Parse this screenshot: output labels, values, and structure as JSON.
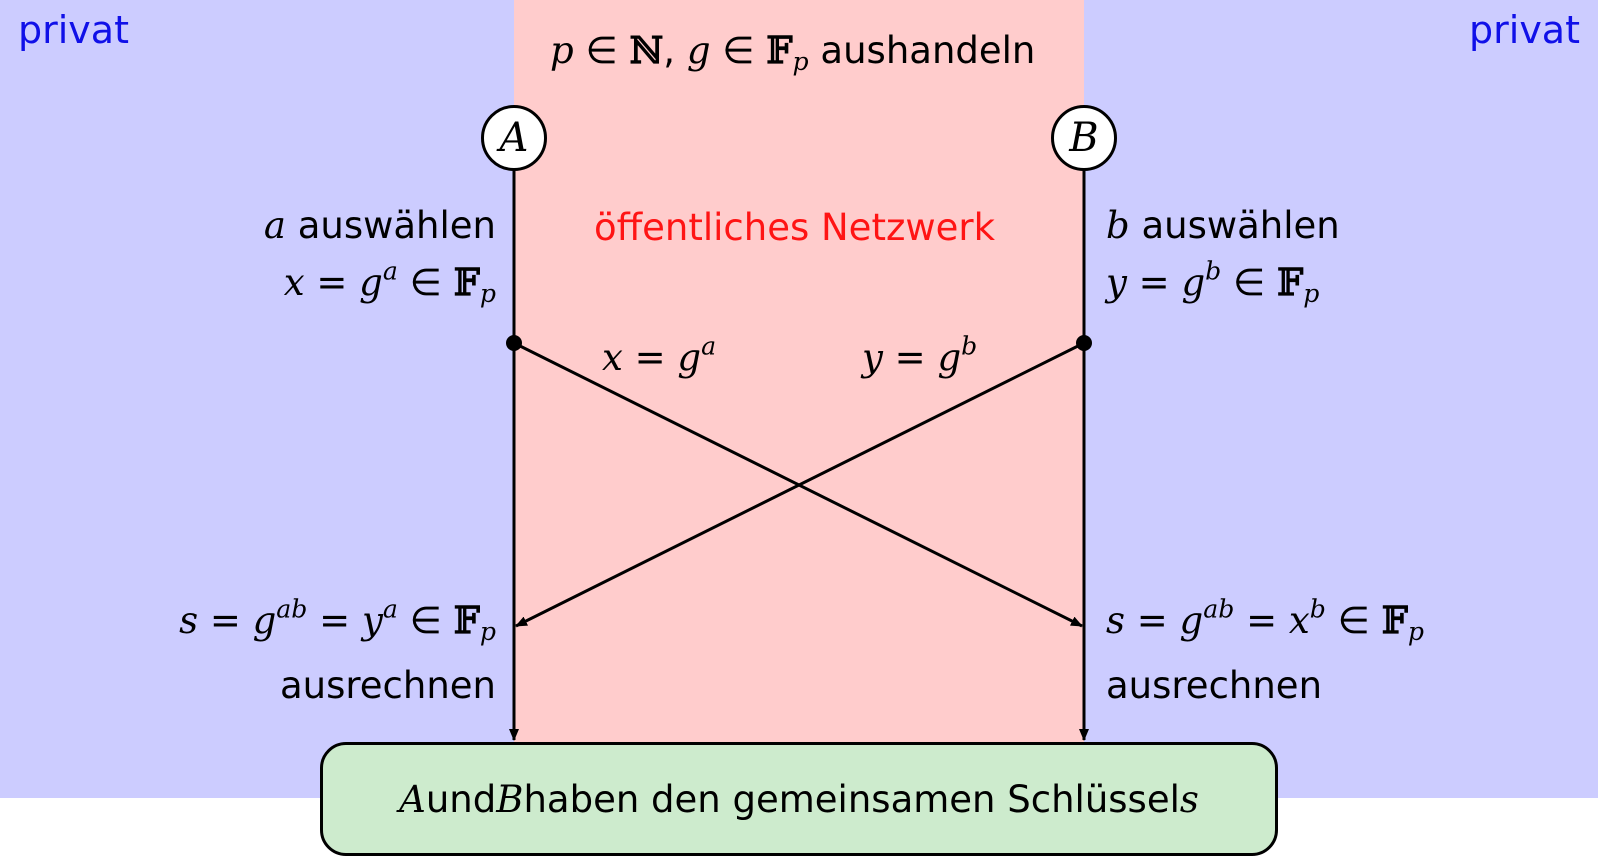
{
  "zones": {
    "left_label": "privat",
    "right_label": "privat",
    "middle_label": "öffentliches Netzwerk"
  },
  "header": {
    "p": "p",
    "in1": " ∈ ",
    "N": "ℕ",
    "comma": ", ",
    "g": "g",
    "in2": " ∈ ",
    "F": "𝔽",
    "sub": "p",
    "text": " aushandeln"
  },
  "nodes": {
    "a": "A",
    "b": "B"
  },
  "left": {
    "select_var": "a",
    "select_text": " auswählen",
    "x_lhs": "x",
    "x_eq": " = ",
    "x_g": "g",
    "x_exp": "a",
    "x_in": " ∈ ",
    "x_F": "𝔽",
    "x_sub": "p",
    "s_lhs": "s",
    "s_eq1": " = ",
    "s_g": "g",
    "s_exp1": "ab",
    "s_eq2": " = ",
    "s_y": "y",
    "s_exp2": "a",
    "s_in": " ∈ ",
    "s_F": "𝔽",
    "s_sub": "p",
    "compute_text": "ausrechnen"
  },
  "right": {
    "select_var": "b",
    "select_text": " auswählen",
    "y_lhs": "y",
    "y_eq": " = ",
    "y_g": "g",
    "y_exp": "b",
    "y_in": " ∈ ",
    "y_F": "𝔽",
    "y_sub": "p",
    "s_lhs": "s",
    "s_eq1": " = ",
    "s_g": "g",
    "s_exp1": "ab",
    "s_eq2": " = ",
    "s_x": "x",
    "s_exp2": "b",
    "s_in": " ∈ ",
    "s_F": "𝔽",
    "s_sub": "p",
    "compute_text": "ausrechnen"
  },
  "messages": {
    "x_lhs": "x",
    "x_eq": " = ",
    "x_g": "g",
    "x_exp": "a",
    "y_lhs": "y",
    "y_eq": " = ",
    "y_g": "g",
    "y_exp": "b"
  },
  "result": {
    "a": "A",
    "und": " und ",
    "b": "B",
    "text": " haben den gemeinsamen Schlüssel ",
    "s": "s"
  },
  "colors": {
    "private_zone": "#ccccff",
    "public_zone": "#ffcccc",
    "result_box": "#cdebcd",
    "privat_text": "#1010e8",
    "network_text": "#ff1414"
  }
}
